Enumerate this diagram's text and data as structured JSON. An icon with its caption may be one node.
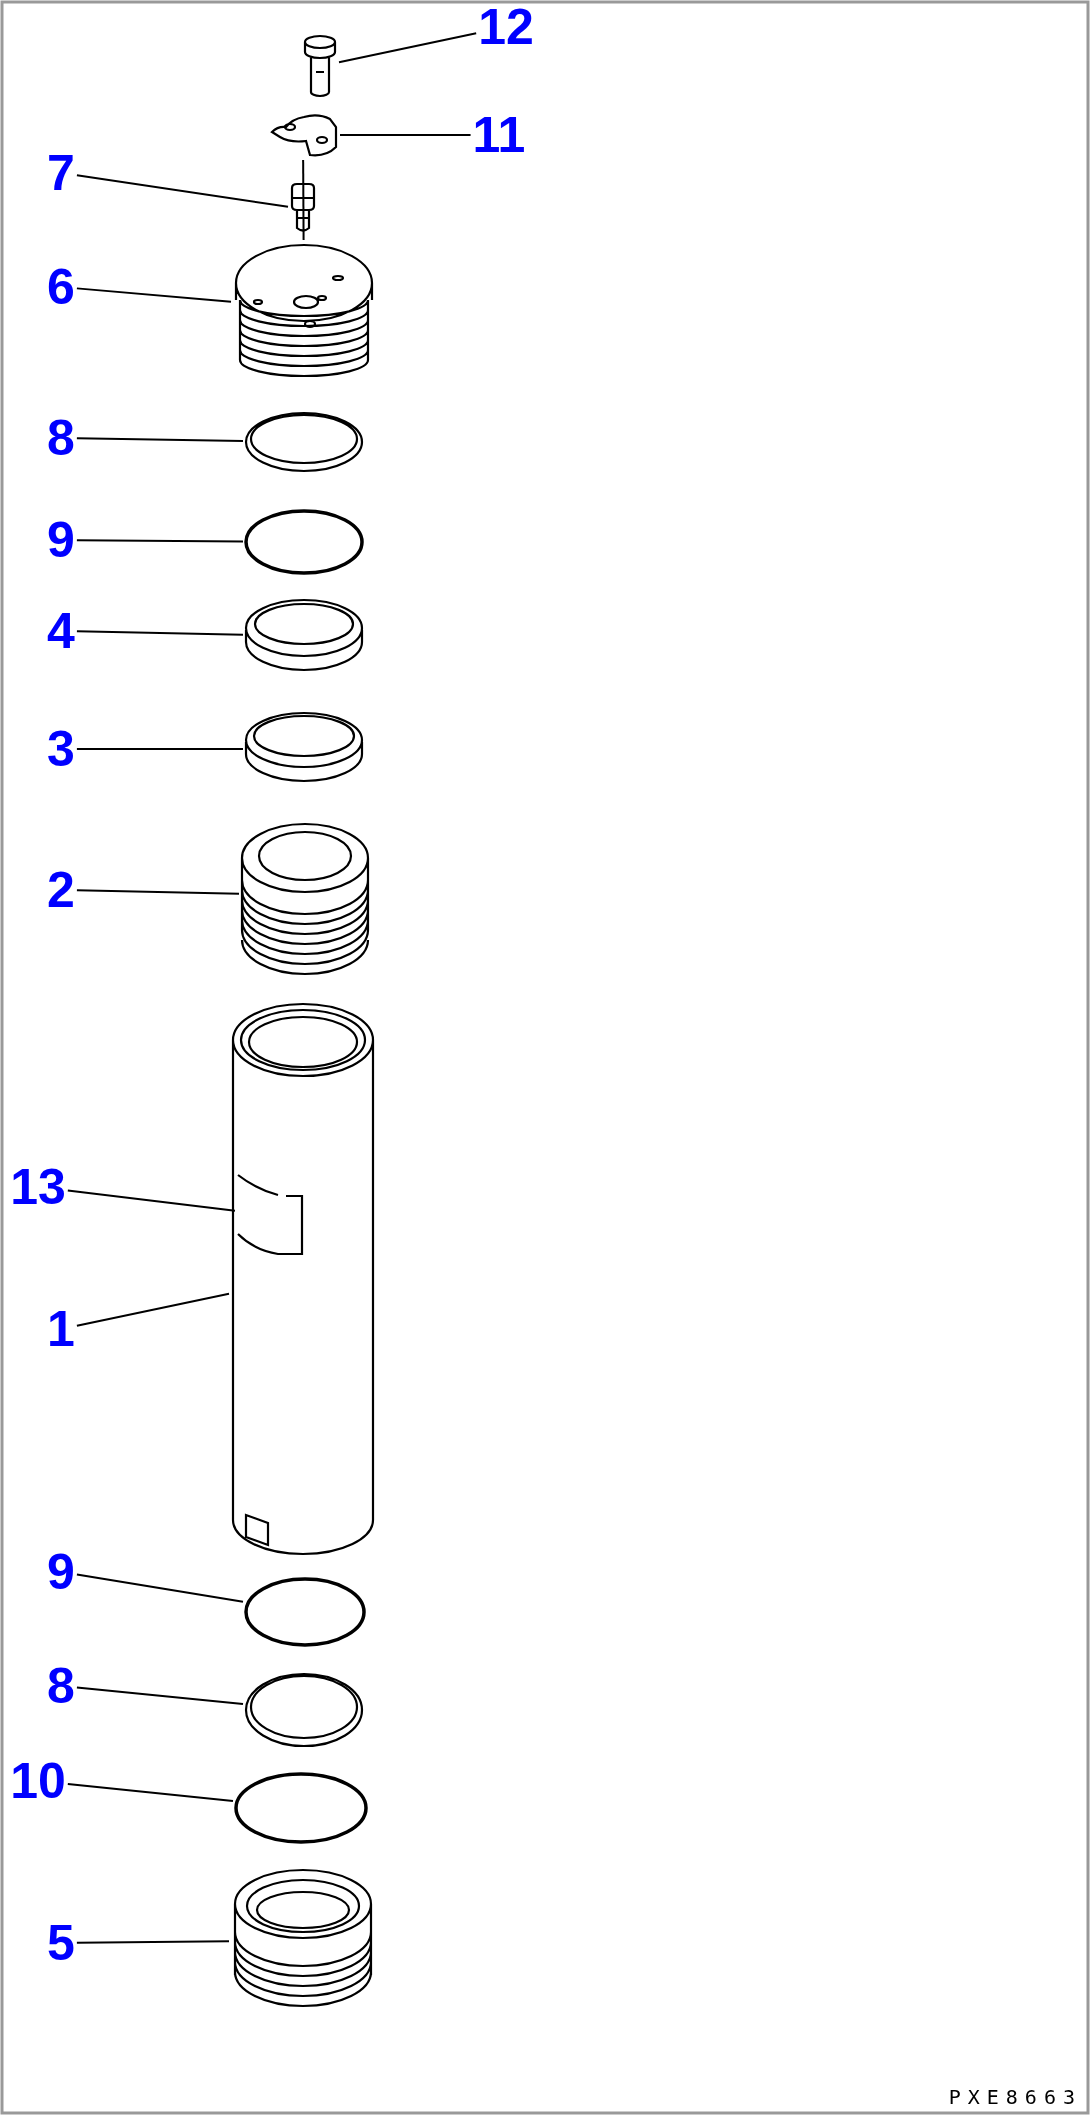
{
  "diagram": {
    "nodes": [
      {
        "text": [
          "12"
        ]
      },
      {
        "text": [],
        "shape": "picture"
      },
      {
        "text": [
          "11"
        ]
      },
      {
        "text": [],
        "shape": "picture"
      },
      {
        "text": [
          "7"
        ]
      },
      {
        "text": [],
        "shape": "picture"
      },
      {
        "text": [
          "6"
        ]
      },
      {
        "text": [],
        "shape": "picture"
      },
      {
        "text": [
          "8"
        ]
      },
      {
        "text": [],
        "shape": "picture"
      },
      {
        "text": [
          "9"
        ]
      },
      {
        "text": [],
        "shape": "circle"
      },
      {
        "text": [
          "4"
        ]
      },
      {
        "text": [],
        "shape": "picture"
      },
      {
        "text": [
          "3"
        ]
      },
      {
        "text": [],
        "shape": "picture"
      },
      {
        "text": [
          "2"
        ]
      },
      {
        "text": [],
        "shape": "picture"
      },
      {
        "text": [],
        "shape": "picture"
      },
      {
        "text": [
          "13"
        ]
      },
      {
        "text": [],
        "shape": "picture",
        "in": 18
      },
      {
        "text": [
          "1"
        ]
      },
      {
        "text": [
          "9"
        ]
      },
      {
        "text": [],
        "shape": "circle"
      },
      {
        "text": [
          "8"
        ]
      },
      {
        "text": [],
        "shape": "picture"
      },
      {
        "text": [
          "10"
        ]
      },
      {
        "text": [],
        "shape": "circle"
      },
      {
        "text": [
          "5"
        ]
      },
      {
        "text": [],
        "shape": "picture"
      }
    ],
    "edges": [
      {
        "from": 0,
        "to": 1,
        "arrow": "none"
      },
      {
        "from": 2,
        "to": 3,
        "arrow": "none"
      },
      {
        "from": 3,
        "to": 7,
        "arrow": "none"
      },
      {
        "from": 4,
        "to": 5,
        "arrow": "none"
      },
      {
        "from": 6,
        "to": 7,
        "arrow": "none"
      },
      {
        "from": 8,
        "to": 9,
        "arrow": "none"
      },
      {
        "from": 10,
        "to": 11,
        "arrow": "none"
      },
      {
        "from": 12,
        "to": 13,
        "arrow": "none"
      },
      {
        "from": 14,
        "to": 15,
        "arrow": "none"
      },
      {
        "from": 16,
        "to": 17,
        "arrow": "none"
      },
      {
        "from": 19,
        "to": 20,
        "arrow": "none"
      },
      {
        "from": 21,
        "to": 18,
        "arrow": "none"
      },
      {
        "from": 22,
        "to": 23,
        "arrow": "none"
      },
      {
        "from": 24,
        "to": 25,
        "arrow": "none"
      },
      {
        "from": 26,
        "to": 27,
        "arrow": "none"
      },
      {
        "from": 28,
        "to": 29,
        "arrow": "none"
      }
    ],
    "labels": [
      "PXE8663"
    ]
  }
}
